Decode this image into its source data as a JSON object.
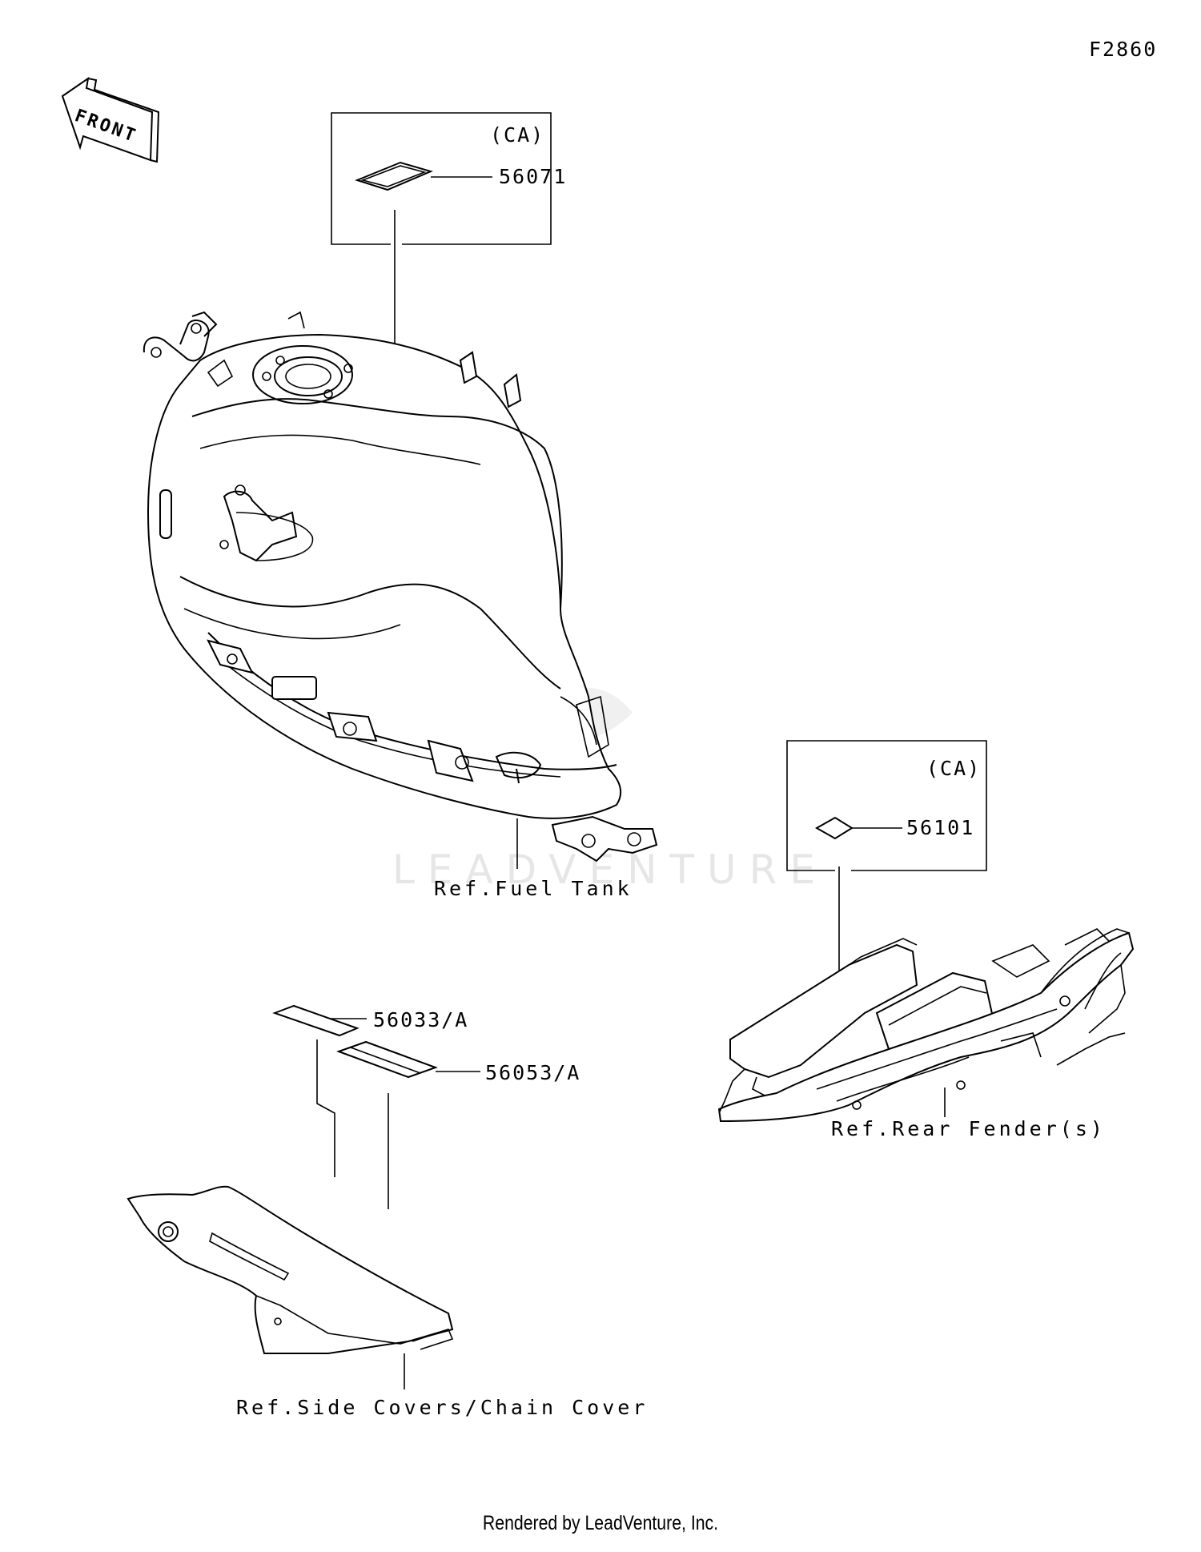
{
  "diagram": {
    "figure_code": "F2860",
    "front_label": "FRONT",
    "watermark": "LEADVENTURE",
    "footer": "Rendered by LeadVenture, Inc.",
    "callouts": {
      "fuel_tank_box_region": "(CA)",
      "fuel_tank_label_part": "56071",
      "rear_fender_box_region": "(CA)",
      "rear_fender_label_part": "56101",
      "chain_cover_label_1": "56033/A",
      "chain_cover_label_2": "56053/A"
    },
    "references": {
      "fuel_tank": "Ref.Fuel Tank",
      "rear_fender": "Ref.Rear Fender(s)",
      "chain_cover": "Ref.Side Covers/Chain Cover"
    }
  }
}
